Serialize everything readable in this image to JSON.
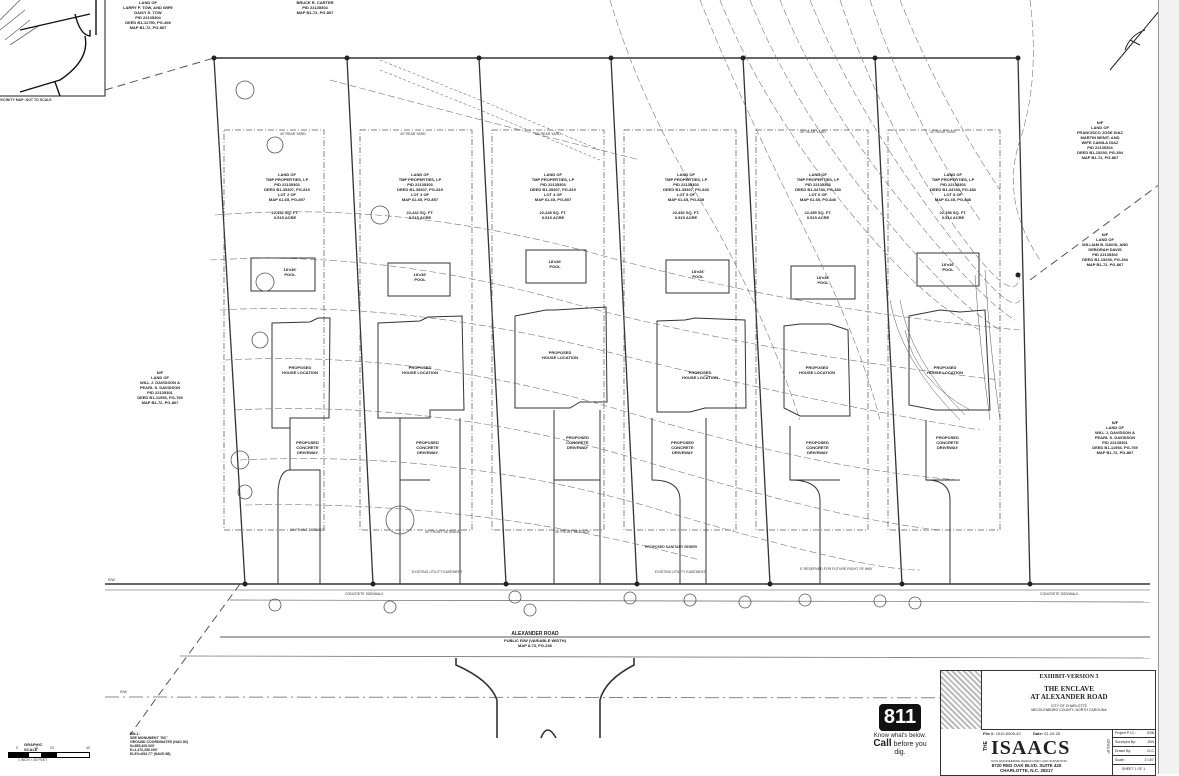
{
  "drawing": {
    "type": "site plan",
    "vicinity_map_label": "VICINITY MAP: NOT TO SCALE",
    "road": {
      "name": "ALEXANDER ROAD",
      "subtitle": "PUBLIC R/W (VARIABLE WIDTH)",
      "map_ref": "MAP 8-73, PG-236"
    },
    "labels": {
      "rear_yard": "40' REAR YARD",
      "front_setback": "30' FRONT SETBACK",
      "sanitary_sewer": "PROPOSED SANITARY SEWER",
      "sidewalk": "CONCRETE SIDEWALK",
      "reserved": "5' RESERVED FOR FUTURE RIGHT OF WAY",
      "easement": "EXISTING UTILITY EASEMENT",
      "rebar": "1/2\" REBAR",
      "rw": "R/W"
    },
    "lots": [
      {
        "owner": "LAND OF\nTMP PROPERTIES, LP\nPID 22135303\nDEED B1-35307, PG-819\nLOT 2 OF\nMAP 61-65, PG-897",
        "area": "22,442 SQ. FT.\n0.515 ACRE",
        "pool": "18'x36'\nPOOL",
        "house": "PROPOSED\nHOUSE LOCATION",
        "driveway": "PROPOSED\nCONCRETE\nDRIVEWAY"
      },
      {
        "owner": "LAND OF\nTMP PROPERTIES, LP\nPID 22135303\nDEED B1-35307, PG-819\nLOT 3 OF\nMAP 61-65, PG-897",
        "area": "22,442 SQ. FT.\n0.515 ACRE",
        "pool": "18'x36'\nPOOL",
        "house": "PROPOSED\nHOUSE LOCATION",
        "driveway": "PROPOSED\nCONCRETE\nDRIVEWAY"
      },
      {
        "owner": "LAND OF\nTMP PROPERTIES, LP\nPID 22135303\nDEED B1-35307, PG-819\nLOT 4 OF\nMAP 61-65, PG-897",
        "area": "22,448 SQ. FT.\n0.515 ACRE",
        "pool": "18'x36'\nPOOL",
        "house": "PROPOSED\nHOUSE LOCATION",
        "driveway": "PROPOSED\nCONCRETE\nDRIVEWAY"
      },
      {
        "owner": "LAND OF\nTMP PROPERTIES, LP\nPID 22135303\nDEED B1-35307, PG-843\nLOT 5 OF\nMAP 61-65, PG-835",
        "area": "22,452 SQ. FT.\n0.515 ACRE",
        "pool": "18'x36'\nPOOL",
        "house": "PROPOSED\nHOUSE LOCATION",
        "driveway": "PROPOSED\nCONCRETE\nDRIVEWAY"
      },
      {
        "owner": "LAND OF\nTMP PROPERTIES, LP\nPID 22135303\nDEED B1-34783, PG-483\nLOT 6 OF\nMAP 61-65, PG-846",
        "area": "22,455 SQ. FT.\n0.515 ACRE",
        "pool": "18'x36'\nPOOL",
        "house": "PROPOSED\nHOUSE LOCATION",
        "driveway": "PROPOSED\nCONCRETE\nDRIVEWAY"
      },
      {
        "owner": "LAND OF\nTMP PROPERTIES, LP\nPID 22135303\nDEED B1-34783, PG-483\nLOT 8 OF\nMAP 61-65, PG-846",
        "area": "22,458 SQ. FT.\n0.514 ACRE",
        "pool": "18'x36'\nPOOL",
        "house": "PROPOSED\nHOUSE LOCATION",
        "driveway": "PROPOSED\nCONCRETE\nDRIVEWAY"
      }
    ],
    "adjoiners": {
      "top_left": "LAND OF\nLARRY P. TOW, AND WIFE\nDAISY S. TOW\nPID 22135304\nDEED B1-11750, PG-469\nMAP B1-72, PG-867",
      "top_center": "BRUCE R. CARTER\nPID 22135304\nMAP B1-72, PG-867",
      "left": "N/F\nLAND OF\nWILL J. DAVIDSON &\nPEARL S. DAVIDSON\nPID 22135301\nDEED B1-11953, PG-769\nMAP B1-72, PG-867",
      "right_top": "N/F\nLAND OF\nFRANCISCO JOSE DIAZ\nMARTIN BENIT, AND\nWIFE CAMILA DIAZ\nPID 22135304\nDEED B1-15293, PG-394\nMAP B1-72, PG-867",
      "right_mid": "N/F\nLAND OF\nWILLIAM B. DAVIS, AND\nDEBORAH DAVIS\nPID 22135302\nDEED B1-15293, PG-394\nMAP B1-72, PG-867",
      "right_low": "N/F\nLAND OF\nWILL J. DAVIDSON &\nPEARL S. DAVIDSON\nPID 22135301\nDEED B1-11953, PG-769\nMAP B1-72, PG-867"
    },
    "graphic_scale": {
      "title": "GRAPHIC SCALE",
      "ticks": [
        "0",
        "10",
        "20",
        "40"
      ],
      "note": "1 INCH = 20 FEET"
    },
    "benchmark": {
      "title": "BM-1:",
      "lines": [
        "SEE MONUMENT \"BC\"",
        "GROUND COORDINATES (NAD 83)",
        "N=555,400.000'",
        "E=1,470,256.000'",
        "ELEV=653.77' (NAVD 88)"
      ]
    }
  },
  "callout_811": {
    "logo": "811",
    "line1": "Know what's below.",
    "line2_bold": "Call",
    "line2_rest": " before you dig."
  },
  "title_block": {
    "version": "EXHIBIT-VERSION 3",
    "title_line1": "THE ENCLAVE",
    "title_line2": "AT ALEXANDER ROAD",
    "city": "CITY OF CHARLOTTE",
    "county": "MECKLENBURG COUNTY, NORTH CAROLINA",
    "file_label": "File #:",
    "file_value": "1910-0005-43",
    "date_label": "Date:",
    "date_value": "01-29-20",
    "company_prefix": "THE",
    "company": "ISAACS",
    "company_suffix": "GROUP",
    "company_sub": "CIVIL ENGINEERING DESIGN AND LAND SURVEYING",
    "address_line1": "8720 RED OAK BLVD. SUITE 420",
    "address_line2": "CHARLOTTE, N.C. 28217",
    "info": [
      {
        "label": "Project P.I.C.:",
        "value": "SSB"
      },
      {
        "label": "Surveyed By:",
        "value": "JDN"
      },
      {
        "label": "Drawn By:",
        "value": "CLC"
      },
      {
        "label": "Scale:",
        "value": "1\"=20'"
      }
    ],
    "sheet": "SHEET 1 OF 1"
  }
}
